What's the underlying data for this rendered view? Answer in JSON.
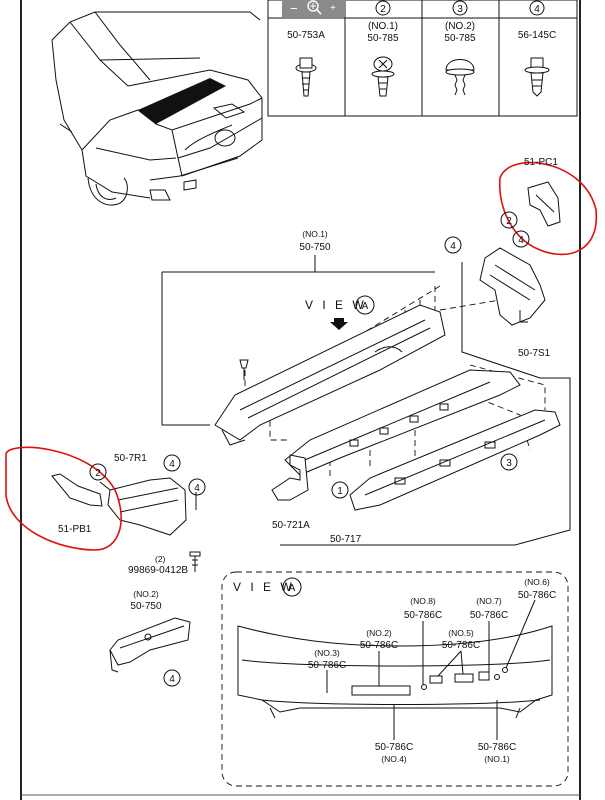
{
  "toolbar": {
    "zoom_out_icon": "minus-icon",
    "zoom_icon": "magnifier-plus-icon",
    "zoom_in_icon": "plus-icon"
  },
  "fastener_table": {
    "columns": [
      {
        "index": "",
        "no": "",
        "part": "50-753A"
      },
      {
        "index": "2",
        "no": "(NO.1)",
        "part": "50-785"
      },
      {
        "index": "3",
        "no": "(NO.2)",
        "part": "50-785"
      },
      {
        "index": "4",
        "no": "",
        "part": "56-145C"
      }
    ]
  },
  "callouts": {
    "pc1": "51-PC1",
    "c750_no": "(NO.1)",
    "c750": "50-750",
    "s7s1": "50-7S1",
    "r7r1": "50-7R1",
    "pb1": "51-PB1",
    "c721a": "50-721A",
    "c717": "50-717",
    "bolt_qty": "(2)",
    "bolt": "99869-0412B",
    "c750b_no": "(NO.2)",
    "c750b": "50-750"
  },
  "circled_numbers": {
    "n1": "1",
    "n2": "2",
    "n3": "3",
    "n4": "4"
  },
  "view_a": {
    "title": "V I E W",
    "letter": "A",
    "labels": {
      "no8": "(NO.8)",
      "no8_part": "50-786C",
      "no7": "(NO.7)",
      "no7_part": "50-786C",
      "no6": "(NO.6)",
      "no6_part": "50-786C",
      "no5": "(NO.5)",
      "no5_part": "50-786C",
      "no3": "(NO.3)",
      "no3_part": "50-786C",
      "no2": "(NO.2)",
      "no2_part": "50-786C",
      "no4_part": "50-786C",
      "no4": "(NO.4)",
      "no1_part": "50-786C",
      "no1": "(NO.1)"
    }
  },
  "colors": {
    "line": "#111111",
    "highlight": "#e01010",
    "toolbar_bg": "#8a8a8a"
  }
}
